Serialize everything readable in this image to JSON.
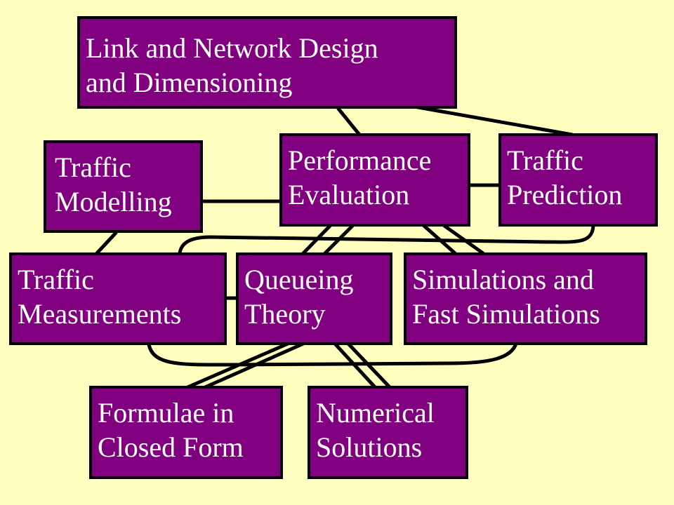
{
  "nodes": {
    "design": {
      "line1": "Link and Network Design",
      "line2": "and Dimensioning"
    },
    "modelling": {
      "line1": "Traffic",
      "line2": "Modelling"
    },
    "performance": {
      "line1": "Performance",
      "line2": "Evaluation"
    },
    "prediction": {
      "line1": "Traffic",
      "line2": "Prediction"
    },
    "measurements": {
      "line1": "Traffic",
      "line2": "Measurements"
    },
    "queueing": {
      "line1": "Queueing",
      "line2": "Theory"
    },
    "simulations": {
      "line1": "Simulations and",
      "line2": "Fast Simulations"
    },
    "formulae": {
      "line1": "Formulae in",
      "line2": "Closed Form"
    },
    "numerical": {
      "line1": "Numerical",
      "line2": "Solutions"
    }
  },
  "colors": {
    "background": "#ffffc0",
    "box_fill": "#800080",
    "box_border": "#000000",
    "text": "#ffffff",
    "connector": "#000000"
  }
}
